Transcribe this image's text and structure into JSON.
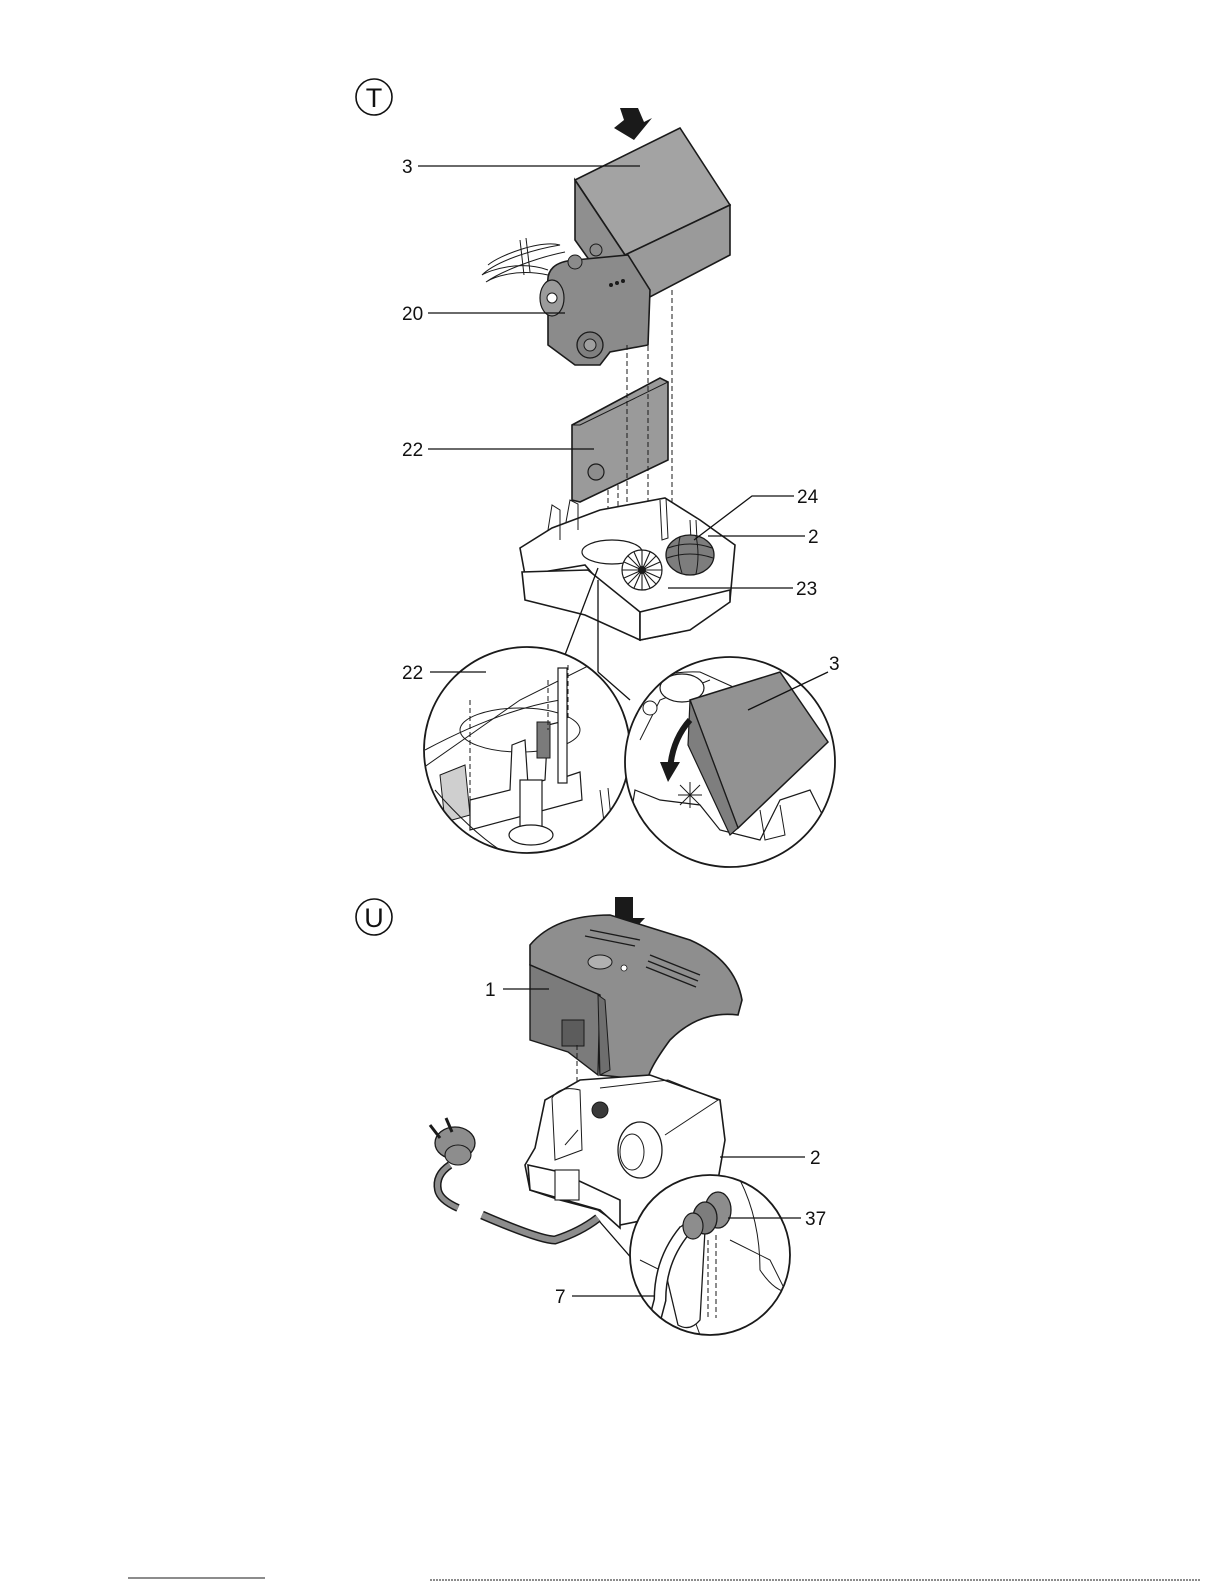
{
  "colors": {
    "part_dark": "#9a9a9a",
    "part_mid": "#8b8b8b",
    "part_shade": "#7a7a7a",
    "line": "#1a1a1a",
    "paper": "#ffffff"
  },
  "step_t": {
    "letter": "T",
    "labels": {
      "filter_block": "3",
      "pump_unit": "20",
      "filter_plate": "22",
      "sponge_ball": "24",
      "housing_base": "2",
      "bristle_brush": "23",
      "detail_left": "22",
      "detail_right": "3"
    }
  },
  "step_u": {
    "letter": "U",
    "labels": {
      "cover": "1",
      "housing_base": "2",
      "grommet": "37",
      "cable": "7"
    }
  }
}
